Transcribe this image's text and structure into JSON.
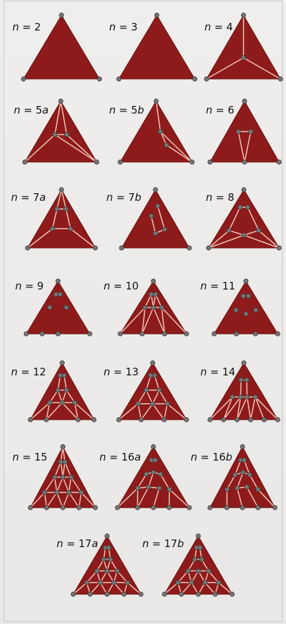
{
  "colors": {
    "triangle": "#8e1b1b",
    "triangle_edge": "#6d1111",
    "strut": "#f1c6b8",
    "node": "#767676",
    "node_edge": "#3a3a3a",
    "background": "#ecebe9"
  },
  "watermark": "",
  "panels": [
    {
      "id": "n2",
      "n_prefix": "n",
      "eq": " = ",
      "num": "2",
      "suffix": "",
      "interior": [],
      "struts": []
    },
    {
      "id": "n3",
      "n_prefix": "n",
      "eq": " = ",
      "num": "3",
      "suffix": "",
      "interior": [],
      "struts": []
    },
    {
      "id": "n4",
      "n_prefix": "n",
      "eq": " = ",
      "num": "4",
      "suffix": "",
      "interior": [
        [
          0.5,
          0.667
        ]
      ],
      "struts": [
        [
          0,
          3
        ],
        [
          1,
          3
        ],
        [
          2,
          3
        ]
      ]
    },
    {
      "id": "n5a",
      "n_prefix": "n",
      "eq": " = ",
      "num": "5",
      "suffix": "a",
      "interior": [
        [
          0.35,
          0.55
        ],
        [
          0.65,
          0.55
        ]
      ],
      "struts": [
        [
          3,
          4
        ],
        [
          3,
          1
        ],
        [
          4,
          2
        ],
        [
          3,
          2
        ],
        [
          0,
          3
        ],
        [
          0,
          4
        ]
      ]
    },
    {
      "id": "n5b",
      "n_prefix": "n",
      "eq": " = ",
      "num": "5",
      "suffix": "b",
      "interior": [
        [
          0.62,
          0.5
        ],
        [
          0.7,
          0.72
        ]
      ],
      "struts": [
        [
          0,
          3
        ],
        [
          3,
          4
        ],
        [
          4,
          2
        ],
        [
          2,
          3
        ]
      ]
    },
    {
      "id": "n6",
      "n_prefix": "n",
      "eq": " = ",
      "num": "6",
      "suffix": "",
      "interior": [
        [
          0.32,
          0.5
        ],
        [
          0.68,
          0.5
        ],
        [
          0.5,
          1.0
        ]
      ],
      "struts": [
        [
          3,
          4
        ],
        [
          3,
          5
        ],
        [
          4,
          5
        ]
      ]
    },
    {
      "id": "n7a",
      "n_prefix": "n",
      "eq": " = ",
      "num": "7",
      "suffix": "a",
      "interior": [
        [
          0.3,
          0.33
        ],
        [
          0.7,
          0.33
        ],
        [
          0.3,
          0.67
        ],
        [
          0.7,
          0.67
        ]
      ],
      "struts": [
        [
          3,
          4
        ],
        [
          3,
          5
        ],
        [
          4,
          6
        ],
        [
          5,
          6
        ],
        [
          0,
          3
        ],
        [
          0,
          4
        ],
        [
          1,
          5
        ],
        [
          2,
          6
        ]
      ]
    },
    {
      "id": "n7b",
      "n_prefix": "n",
      "eq": " = ",
      "num": "7",
      "suffix": "b",
      "interior": [
        [
          0.62,
          0.28
        ],
        [
          0.36,
          0.45
        ],
        [
          0.7,
          0.68
        ],
        [
          0.5,
          0.75
        ]
      ],
      "struts": [
        [
          3,
          5
        ],
        [
          5,
          6
        ],
        [
          4,
          6
        ]
      ]
    },
    {
      "id": "n8",
      "n_prefix": "n",
      "eq": " = ",
      "num": "8",
      "suffix": "",
      "interior": [
        [
          0.32,
          0.3
        ],
        [
          0.68,
          0.3
        ],
        [
          0.2,
          0.7
        ],
        [
          0.8,
          0.7
        ],
        [
          0.5,
          0.78
        ]
      ],
      "struts": [
        [
          3,
          4
        ],
        [
          3,
          5
        ],
        [
          4,
          6
        ],
        [
          5,
          7
        ],
        [
          6,
          7
        ],
        [
          5,
          1
        ],
        [
          6,
          2
        ],
        [
          7,
          1
        ],
        [
          7,
          2
        ]
      ]
    },
    {
      "id": "n9",
      "n_prefix": "n",
      "eq": " = ",
      "num": "9",
      "suffix": "",
      "interior": [
        [
          0.24,
          0.5
        ],
        [
          0.76,
          0.5
        ],
        [
          0.5,
          1.0
        ],
        [
          0.37,
          0.25
        ],
        [
          0.63,
          0.25
        ],
        [
          0.25,
          1.0
        ]
      ],
      "struts": []
    },
    {
      "id": "n10",
      "n_prefix": "n",
      "eq": " = ",
      "num": "10",
      "suffix": "",
      "interior": [
        [
          0.37,
          0.25
        ],
        [
          0.63,
          0.25
        ],
        [
          0.25,
          0.5
        ],
        [
          0.5,
          0.5
        ],
        [
          0.75,
          0.5
        ],
        [
          0.33,
          1.0
        ],
        [
          0.67,
          1.0
        ]
      ],
      "struts": [
        [
          3,
          4
        ],
        [
          5,
          6
        ],
        [
          6,
          7
        ],
        [
          3,
          5
        ],
        [
          4,
          7
        ],
        [
          3,
          6
        ],
        [
          4,
          6
        ],
        [
          5,
          1
        ],
        [
          5,
          8
        ],
        [
          6,
          8
        ],
        [
          6,
          9
        ],
        [
          7,
          9
        ],
        [
          7,
          2
        ]
      ]
    },
    {
      "id": "n11",
      "n_prefix": "n",
      "eq": " = ",
      "num": "11",
      "suffix": "",
      "interior": [
        [
          0.36,
          0.28
        ],
        [
          0.64,
          0.28
        ],
        [
          0.22,
          0.55
        ],
        [
          0.5,
          0.62
        ],
        [
          0.78,
          0.55
        ],
        [
          0.35,
          1.0
        ],
        [
          0.65,
          1.0
        ]
      ],
      "struts": []
    },
    {
      "id": "n12",
      "n_prefix": "n",
      "eq": " = ",
      "num": "12",
      "suffix": "",
      "interior": [
        [
          0.36,
          0.22
        ],
        [
          0.64,
          0.22
        ],
        [
          0.36,
          0.48
        ],
        [
          0.64,
          0.48
        ],
        [
          0.22,
          0.7
        ],
        [
          0.5,
          0.7
        ],
        [
          0.78,
          0.7
        ],
        [
          0.25,
          1.0
        ],
        [
          0.75,
          1.0
        ]
      ],
      "struts": [
        [
          3,
          4
        ],
        [
          3,
          5
        ],
        [
          4,
          6
        ],
        [
          5,
          6
        ],
        [
          5,
          8
        ],
        [
          6,
          8
        ],
        [
          5,
          7
        ],
        [
          6,
          9
        ],
        [
          7,
          8
        ],
        [
          8,
          9
        ],
        [
          7,
          1
        ],
        [
          7,
          10
        ],
        [
          8,
          10
        ],
        [
          8,
          11
        ],
        [
          9,
          11
        ],
        [
          9,
          2
        ]
      ]
    },
    {
      "id": "n13",
      "n_prefix": "n",
      "eq": " = ",
      "num": "13",
      "suffix": "",
      "interior": [
        [
          0.37,
          0.22
        ],
        [
          0.63,
          0.22
        ],
        [
          0.3,
          0.48
        ],
        [
          0.7,
          0.48
        ],
        [
          0.2,
          0.72
        ],
        [
          0.5,
          0.72
        ],
        [
          0.8,
          0.72
        ],
        [
          0.33,
          1.0
        ],
        [
          0.67,
          1.0
        ]
      ],
      "struts": [
        [
          3,
          4
        ],
        [
          3,
          5
        ],
        [
          4,
          6
        ],
        [
          5,
          6
        ],
        [
          5,
          7
        ],
        [
          6,
          9
        ],
        [
          7,
          8
        ],
        [
          8,
          9
        ],
        [
          5,
          8
        ],
        [
          6,
          8
        ],
        [
          7,
          1
        ],
        [
          7,
          10
        ],
        [
          8,
          10
        ],
        [
          8,
          11
        ],
        [
          9,
          11
        ],
        [
          9,
          2
        ]
      ]
    },
    {
      "id": "n14",
      "n_prefix": "n",
      "eq": " = ",
      "num": "14",
      "suffix": "",
      "interior": [
        [
          0.36,
          0.3
        ],
        [
          0.64,
          0.3
        ],
        [
          0.22,
          0.6
        ],
        [
          0.42,
          0.6
        ],
        [
          0.58,
          0.6
        ],
        [
          0.78,
          0.6
        ],
        [
          0.2,
          1.0
        ],
        [
          0.4,
          1.0
        ],
        [
          0.6,
          1.0
        ],
        [
          0.8,
          1.0
        ]
      ],
      "struts": [
        [
          3,
          4
        ],
        [
          5,
          6
        ],
        [
          6,
          7
        ],
        [
          7,
          8
        ],
        [
          5,
          1
        ],
        [
          5,
          9
        ],
        [
          6,
          9
        ],
        [
          6,
          10
        ],
        [
          7,
          10
        ],
        [
          7,
          11
        ],
        [
          8,
          11
        ],
        [
          8,
          12
        ],
        [
          8,
          2
        ],
        [
          3,
          6
        ],
        [
          4,
          7
        ]
      ]
    },
    {
      "id": "n15",
      "n_prefix": "n",
      "eq": " = ",
      "num": "15",
      "suffix": "",
      "interior": [
        [
          0.375,
          0.25
        ],
        [
          0.625,
          0.25
        ],
        [
          0.25,
          0.5
        ],
        [
          0.5,
          0.5
        ],
        [
          0.75,
          0.5
        ],
        [
          0.125,
          0.75
        ],
        [
          0.375,
          0.75
        ],
        [
          0.625,
          0.75
        ],
        [
          0.875,
          0.75
        ],
        [
          0.25,
          1.0
        ],
        [
          0.5,
          1.0
        ],
        [
          0.75,
          1.0
        ]
      ],
      "struts": [
        [
          0,
          3
        ],
        [
          0,
          4
        ],
        [
          3,
          4
        ],
        [
          3,
          5
        ],
        [
          3,
          6
        ],
        [
          4,
          6
        ],
        [
          4,
          7
        ],
        [
          5,
          6
        ],
        [
          6,
          7
        ],
        [
          5,
          8
        ],
        [
          5,
          9
        ],
        [
          6,
          9
        ],
        [
          6,
          10
        ],
        [
          7,
          10
        ],
        [
          7,
          11
        ],
        [
          8,
          9
        ],
        [
          9,
          10
        ],
        [
          10,
          11
        ],
        [
          8,
          1
        ],
        [
          8,
          12
        ],
        [
          9,
          12
        ],
        [
          9,
          13
        ],
        [
          10,
          13
        ],
        [
          10,
          14
        ],
        [
          11,
          14
        ],
        [
          11,
          2
        ]
      ]
    },
    {
      "id": "n16a",
      "n_prefix": "n",
      "eq": " = ",
      "num": "16",
      "suffix": "a",
      "interior": [
        [
          0.38,
          0.22
        ],
        [
          0.62,
          0.22
        ],
        [
          0.28,
          0.45
        ],
        [
          0.5,
          0.42
        ],
        [
          0.72,
          0.45
        ],
        [
          0.18,
          0.68
        ],
        [
          0.4,
          0.66
        ],
        [
          0.62,
          0.68
        ],
        [
          0.82,
          0.7
        ],
        [
          0.28,
          1.0
        ],
        [
          0.5,
          1.0
        ],
        [
          0.72,
          1.0
        ]
      ],
      "struts": [
        [
          3,
          4
        ],
        [
          5,
          6
        ],
        [
          6,
          7
        ],
        [
          8,
          9
        ],
        [
          9,
          10
        ],
        [
          5,
          8
        ],
        [
          6,
          9
        ],
        [
          7,
          11
        ],
        [
          8,
          1
        ],
        [
          8,
          12
        ],
        [
          9,
          12
        ],
        [
          10,
          13
        ],
        [
          11,
          14
        ],
        [
          11,
          2
        ]
      ]
    },
    {
      "id": "n16b",
      "n_prefix": "n",
      "eq": " = ",
      "num": "16",
      "suffix": "b",
      "interior": [
        [
          0.38,
          0.22
        ],
        [
          0.62,
          0.22
        ],
        [
          0.26,
          0.46
        ],
        [
          0.52,
          0.42
        ],
        [
          0.74,
          0.46
        ],
        [
          0.16,
          0.7
        ],
        [
          0.38,
          0.68
        ],
        [
          0.6,
          0.66
        ],
        [
          0.84,
          0.7
        ],
        [
          0.26,
          1.0
        ],
        [
          0.5,
          1.0
        ],
        [
          0.74,
          1.0
        ]
      ],
      "struts": [
        [
          3,
          4
        ],
        [
          3,
          5
        ],
        [
          4,
          7
        ],
        [
          5,
          6
        ],
        [
          6,
          7
        ],
        [
          5,
          8
        ],
        [
          6,
          9
        ],
        [
          7,
          11
        ],
        [
          9,
          10
        ],
        [
          8,
          12
        ],
        [
          9,
          13
        ],
        [
          10,
          14
        ],
        [
          11,
          2
        ]
      ]
    },
    {
      "id": "n17a",
      "n_prefix": "n",
      "eq": " = ",
      "num": "17",
      "suffix": "a",
      "interior": [
        [
          0.375,
          0.2
        ],
        [
          0.625,
          0.2
        ],
        [
          0.375,
          0.4
        ],
        [
          0.625,
          0.4
        ],
        [
          0.25,
          0.6
        ],
        [
          0.5,
          0.6
        ],
        [
          0.75,
          0.6
        ],
        [
          0.125,
          0.8
        ],
        [
          0.375,
          0.8
        ],
        [
          0.625,
          0.8
        ],
        [
          0.875,
          0.8
        ],
        [
          0.25,
          1.0
        ],
        [
          0.5,
          1.0
        ],
        [
          0.75,
          1.0
        ]
      ],
      "struts": [
        [
          3,
          4
        ],
        [
          3,
          5
        ],
        [
          4,
          6
        ],
        [
          5,
          6
        ],
        [
          5,
          7
        ],
        [
          5,
          8
        ],
        [
          6,
          8
        ],
        [
          6,
          9
        ],
        [
          7,
          8
        ],
        [
          8,
          9
        ],
        [
          7,
          10
        ],
        [
          7,
          11
        ],
        [
          8,
          11
        ],
        [
          8,
          12
        ],
        [
          9,
          12
        ],
        [
          9,
          13
        ],
        [
          10,
          11
        ],
        [
          11,
          12
        ],
        [
          12,
          13
        ],
        [
          10,
          1
        ],
        [
          10,
          14
        ],
        [
          11,
          14
        ],
        [
          11,
          15
        ],
        [
          12,
          15
        ],
        [
          12,
          16
        ],
        [
          13,
          16
        ],
        [
          13,
          2
        ]
      ]
    },
    {
      "id": "n17b",
      "n_prefix": "n",
      "eq": " = ",
      "num": "17",
      "suffix": "b",
      "interior": [
        [
          0.375,
          0.2
        ],
        [
          0.625,
          0.2
        ],
        [
          0.375,
          0.4
        ],
        [
          0.625,
          0.4
        ],
        [
          0.25,
          0.6
        ],
        [
          0.5,
          0.6
        ],
        [
          0.75,
          0.6
        ],
        [
          0.125,
          0.8
        ],
        [
          0.375,
          0.8
        ],
        [
          0.625,
          0.8
        ],
        [
          0.875,
          0.8
        ],
        [
          0.25,
          1.0
        ],
        [
          0.5,
          1.0
        ],
        [
          0.75,
          1.0
        ]
      ],
      "struts": [
        [
          3,
          4
        ],
        [
          3,
          5
        ],
        [
          4,
          6
        ],
        [
          5,
          6
        ],
        [
          5,
          7
        ],
        [
          6,
          9
        ],
        [
          7,
          8
        ],
        [
          8,
          9
        ],
        [
          7,
          10
        ],
        [
          7,
          11
        ],
        [
          8,
          11
        ],
        [
          8,
          12
        ],
        [
          9,
          12
        ],
        [
          9,
          13
        ],
        [
          10,
          11
        ],
        [
          12,
          13
        ],
        [
          10,
          1
        ],
        [
          10,
          14
        ],
        [
          11,
          14
        ],
        [
          11,
          15
        ],
        [
          12,
          15
        ],
        [
          12,
          16
        ],
        [
          13,
          16
        ],
        [
          13,
          2
        ]
      ]
    }
  ]
}
